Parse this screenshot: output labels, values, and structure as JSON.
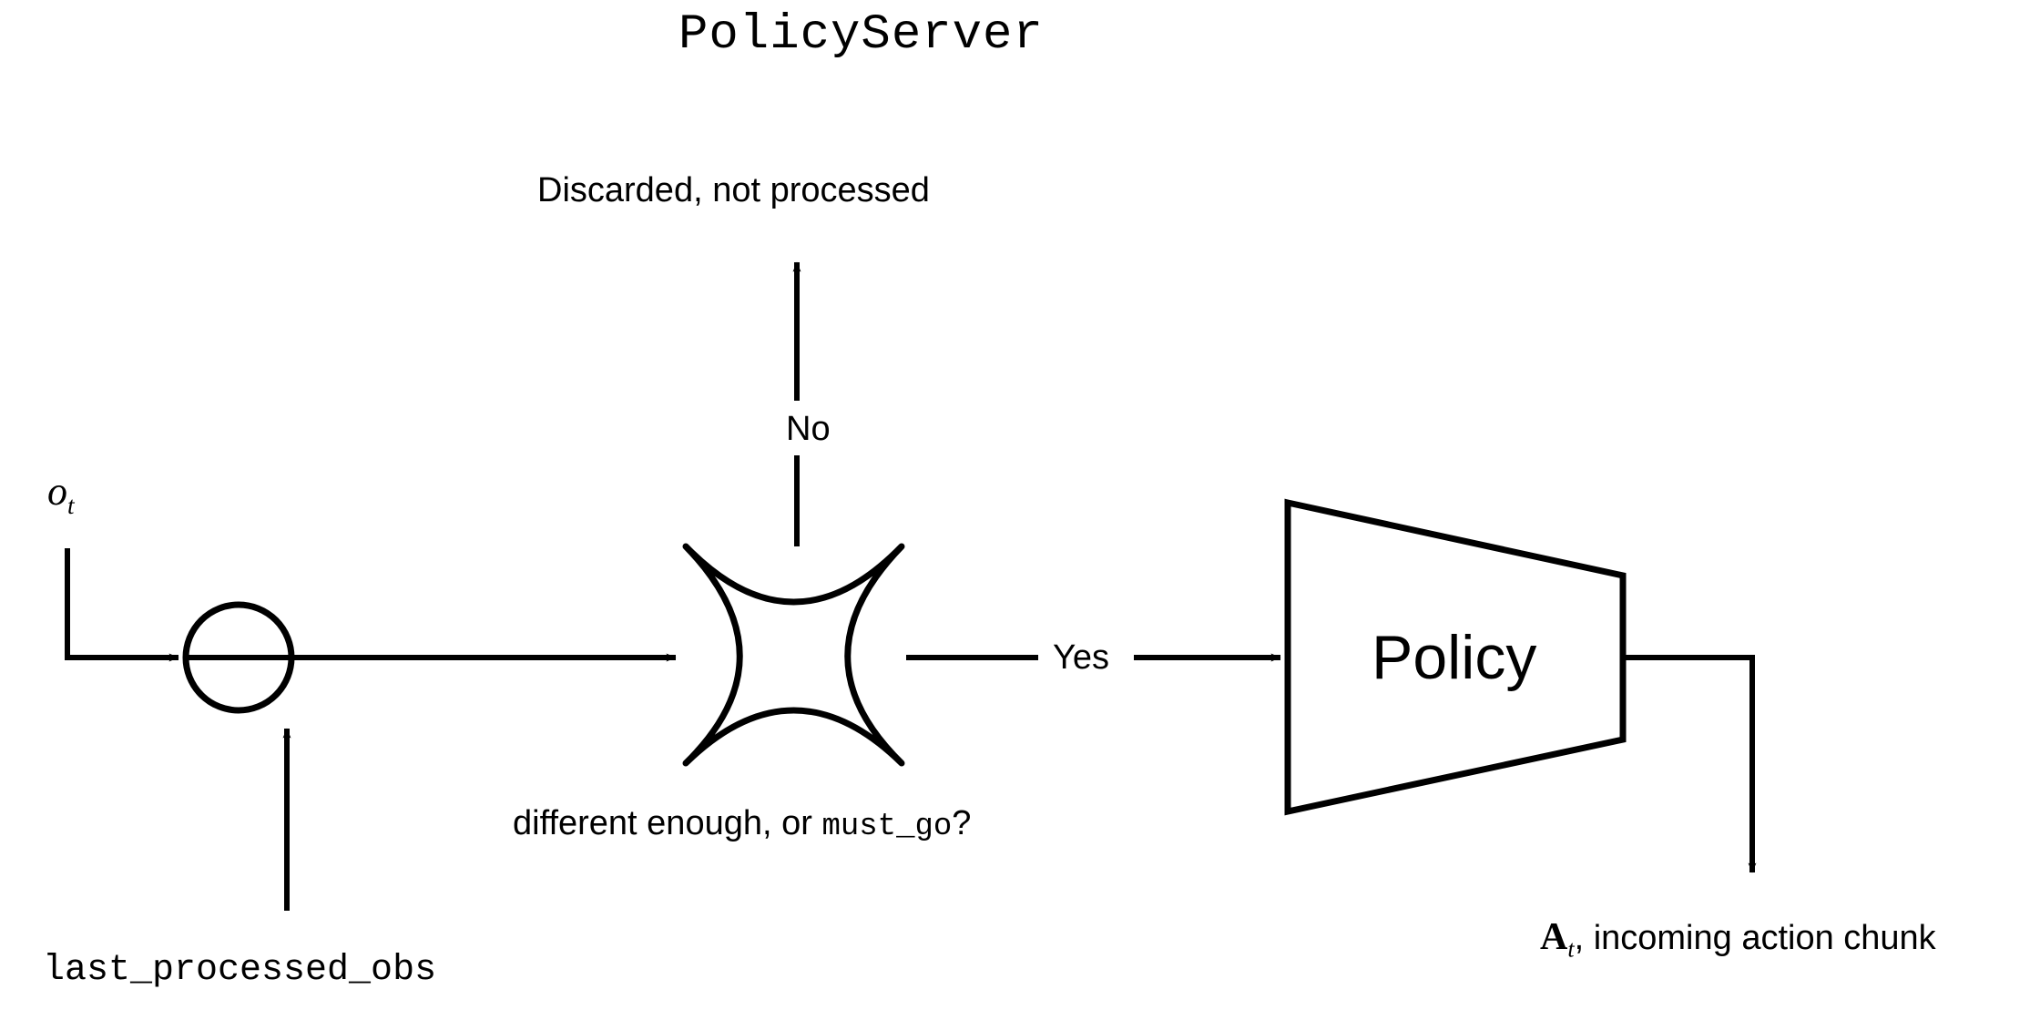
{
  "diagram": {
    "title": "PolicyServer",
    "nodes": {
      "input_obs": {
        "label_base": "o",
        "label_sub": "t",
        "name": "observation-input-label"
      },
      "merge": {
        "label": "",
        "shape": "circle",
        "name": "merge-junction-node"
      },
      "decision": {
        "label": "different enough, or must_go?",
        "label_parts": [
          {
            "text": "different enough, or ",
            "style": "sans"
          },
          {
            "text": "must_go",
            "style": "mono"
          },
          {
            "text": "?",
            "style": "sans"
          }
        ],
        "shape": "astroid",
        "name": "decision-node"
      },
      "policy": {
        "label": "Policy",
        "shape": "trapezoid",
        "name": "policy-node"
      },
      "last_processed_obs": {
        "label": "last_processed_obs",
        "name": "last-processed-obs-label"
      },
      "discarded": {
        "label": "Discarded, not processed",
        "name": "discarded-label"
      },
      "action_chunk": {
        "label_base": "A",
        "label_sub": "t",
        "label_rest": ", incoming action chunk",
        "name": "action-chunk-label"
      }
    },
    "edges": {
      "no_branch": {
        "label": "No",
        "name": "edge-label-no"
      },
      "yes_branch": {
        "label": "Yes",
        "name": "edge-label-yes"
      }
    },
    "colors": {
      "stroke": "#000000",
      "background": "#ffffff",
      "text": "#000000"
    }
  }
}
